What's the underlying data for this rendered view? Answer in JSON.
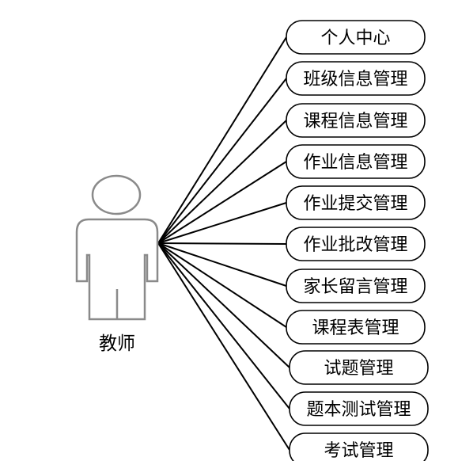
{
  "actor": {
    "label": "教师"
  },
  "use_cases": [
    {
      "id": "personal-center",
      "label": "个人中心"
    },
    {
      "id": "class-info-management",
      "label": "班级信息管理"
    },
    {
      "id": "course-info-management",
      "label": "课程信息管理"
    },
    {
      "id": "homework-info-management",
      "label": "作业信息管理"
    },
    {
      "id": "homework-submission-management",
      "label": "作业提交管理"
    },
    {
      "id": "homework-grading-management",
      "label": "作业批改管理"
    },
    {
      "id": "parent-message-management",
      "label": "家长留言管理"
    },
    {
      "id": "timetable-management",
      "label": "课程表管理"
    },
    {
      "id": "question-management",
      "label": "试题管理"
    },
    {
      "id": "question-bank-test-management",
      "label": "题本测试管理"
    },
    {
      "id": "exam-management",
      "label": "考试管理"
    }
  ]
}
